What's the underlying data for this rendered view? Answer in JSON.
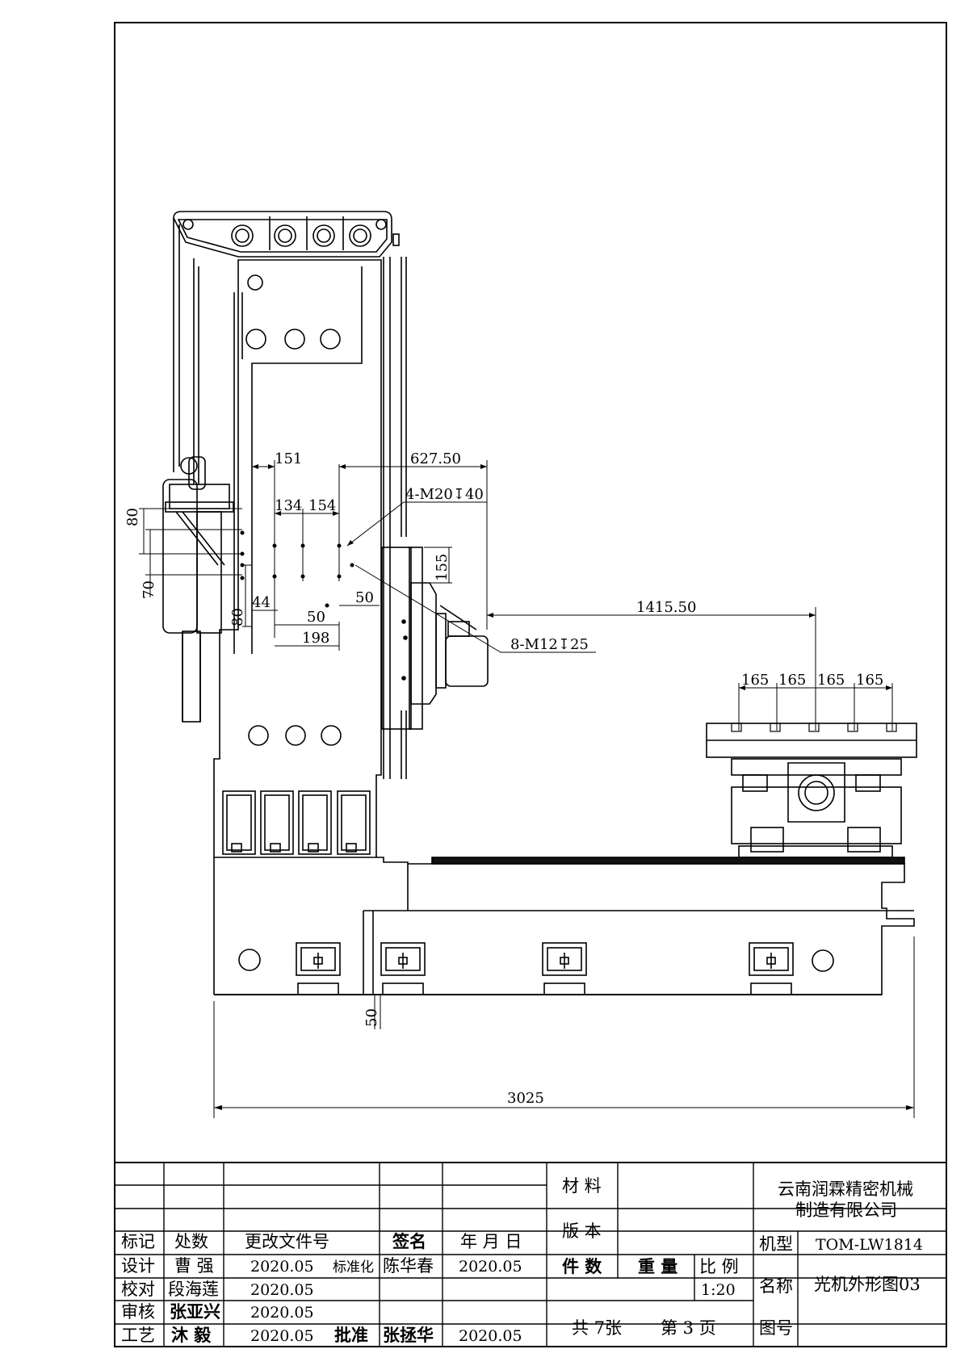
{
  "dimensions": {
    "d151": "151",
    "d627": "627.50",
    "tap4": "4-M20",
    "tap4_depth": "40",
    "d134": "134",
    "d154": "154",
    "d80a": "80",
    "d155": "155",
    "d70": "70",
    "d80b": "80",
    "d44": "44",
    "d50a": "50",
    "d50b": "50",
    "d198": "198",
    "d1415": "1415.50",
    "tap8": "8-M12",
    "tap8_depth": "25",
    "d165_1": "165",
    "d165_2": "165",
    "d165_3": "165",
    "d165_4": "165",
    "d50c": "50",
    "d3025": "3025",
    "depth_symbol": "↧"
  },
  "title_block": {
    "h_mark": "标记",
    "h_count": "处数",
    "h_doc": "更改文件号",
    "h_sign": "签名",
    "h_date": "年 月 日",
    "r_design": "设计",
    "design_name": "曹 强",
    "design_date": "2020.05",
    "r_std": "标准化",
    "std_name": "陈华春",
    "std_date": "2020.05",
    "r_check": "校对",
    "check_name": "段海莲",
    "check_date": "2020.05",
    "r_review": "审核",
    "review_name": "张亚兴",
    "review_date": "2020.05",
    "r_process": "工艺",
    "process_name": "沐 毅",
    "process_date": "2020.05",
    "r_approve": "批准",
    "approve_name": "张拯华",
    "approve_date": "2020.05",
    "material": "材 料",
    "version": "版 本",
    "qty": "件 数",
    "weight": "重 量",
    "scale_label": "比 例",
    "scale": "1:20",
    "sheets": "共 7张",
    "page": "第 3 页",
    "company_line1": "云南润霖精密机械",
    "company_line2": "制造有限公司",
    "model_label": "机型",
    "model": "TOM-LW1814",
    "name_label": "名称",
    "name": "光机外形图03",
    "drawing_no_label": "图号"
  }
}
